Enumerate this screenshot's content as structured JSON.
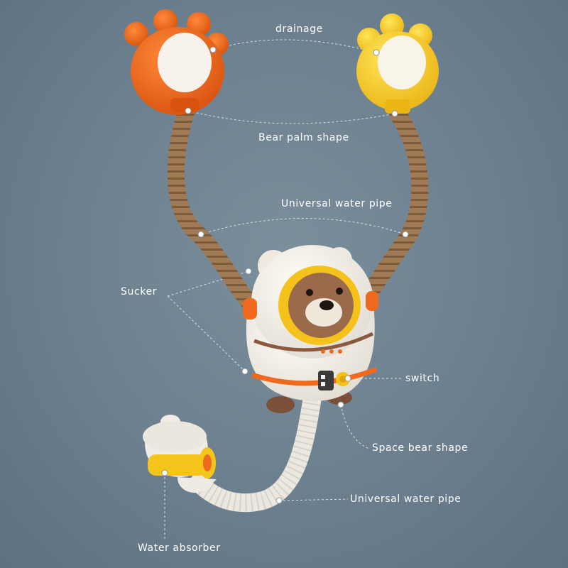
{
  "labels": {
    "drainage": "drainage",
    "bear_palm": "Bear palm shape",
    "pipe_upper": "Universal water pipe",
    "sucker": "Sucker",
    "switch": "switch",
    "space_bear": "Space bear shape",
    "pipe_lower": "Universal water pipe",
    "water_absorber": "Water absorber"
  },
  "colors": {
    "background": "#6b7f8e",
    "orange": "#ef6a1e",
    "yellow": "#f6cf1f",
    "brown_pipe": "#a07a55",
    "bear_brown": "#7a5038",
    "white_body": "#f3efe8",
    "label_text": "#ffffff"
  }
}
